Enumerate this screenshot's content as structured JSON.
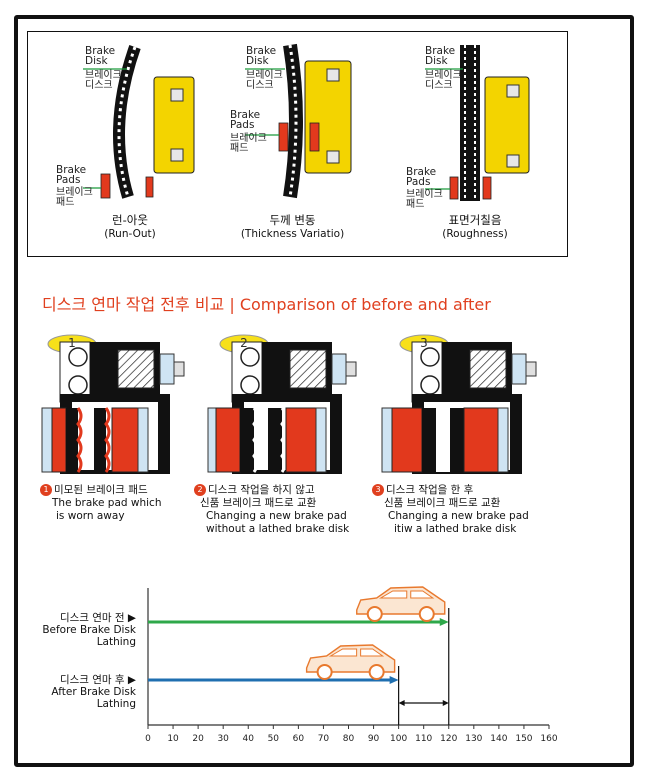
{
  "top_panel": {
    "diagrams": [
      {
        "disk_label_en": [
          "Brake",
          "Disk"
        ],
        "disk_label_ko": [
          "브레이크",
          "디스크"
        ],
        "pads_label_en": [
          "Brake",
          "Pads"
        ],
        "pads_label_ko": [
          "브레이크",
          "패드"
        ],
        "caption_ko": "런-아웃",
        "caption_en": "(Run-Out)"
      },
      {
        "disk_label_en": [
          "Brake",
          "Disk"
        ],
        "disk_label_ko": [
          "브레이크",
          "디스크"
        ],
        "pads_label_en": [
          "Brake",
          "Pads"
        ],
        "pads_label_ko": [
          "브레이크",
          "패드"
        ],
        "caption_ko": "두께 변동",
        "caption_en": "(Thickness Variatio)"
      },
      {
        "disk_label_en": [
          "Brake",
          "Disk"
        ],
        "disk_label_ko": [
          "브레이크",
          "디스크"
        ],
        "pads_label_en": [
          "Brake",
          "Pads"
        ],
        "pads_label_ko": [
          "브레이크",
          "패드"
        ],
        "caption_ko": "표면거칠음",
        "caption_en": "(Roughness)"
      }
    ]
  },
  "comparison": {
    "heading": "디스크 연마 작업 전후 비교  | Comparison of before and after",
    "steps": [
      {
        "badge": "1",
        "num": "1",
        "lines": [
          "미모된 브레이크 패드",
          "The brake pad which",
          "is worn away"
        ]
      },
      {
        "badge": "2",
        "num": "2",
        "lines": [
          "디스크 작업을 하지 않고",
          "신품  브레이크 패드로 교환",
          "Changing  a new  brake pad",
          "without a lathed brake  disk"
        ]
      },
      {
        "badge": "3",
        "num": "3",
        "lines": [
          "디스크 작업을 한 후",
          "신품  브레이크 패드로 교환",
          "Changing  a new brake  pad",
          "itiw  a lathed brake  disk"
        ]
      }
    ]
  },
  "colors": {
    "accent": "#e0401f",
    "pad_red": "#e2391d",
    "caliper_yellow": "#f3d400",
    "before_arrow": "#2ea84a",
    "after_arrow": "#1f6fb0",
    "badge_yellow": "#f7e01a"
  },
  "chart": {
    "rows": [
      {
        "label_ko": "디스크 연마 전",
        "label_en": [
          "Before Brake Disk",
          "Lathing"
        ]
      },
      {
        "label_ko": "디스크 연마 후",
        "label_en": [
          "After Brake Disk",
          "Lathing"
        ]
      }
    ]
  },
  "chart_data": {
    "type": "bar",
    "categories": [
      "디스크 연마 전",
      "디스크 연마 후"
    ],
    "values": [
      120,
      100
    ],
    "x_ticks": [
      0,
      10,
      20,
      30,
      40,
      50,
      60,
      70,
      80,
      90,
      100,
      110,
      120,
      130,
      140,
      150,
      160
    ],
    "xlim": [
      0,
      160
    ],
    "orientation": "horizontal",
    "difference_marker": [
      100,
      120
    ],
    "grid": false
  }
}
